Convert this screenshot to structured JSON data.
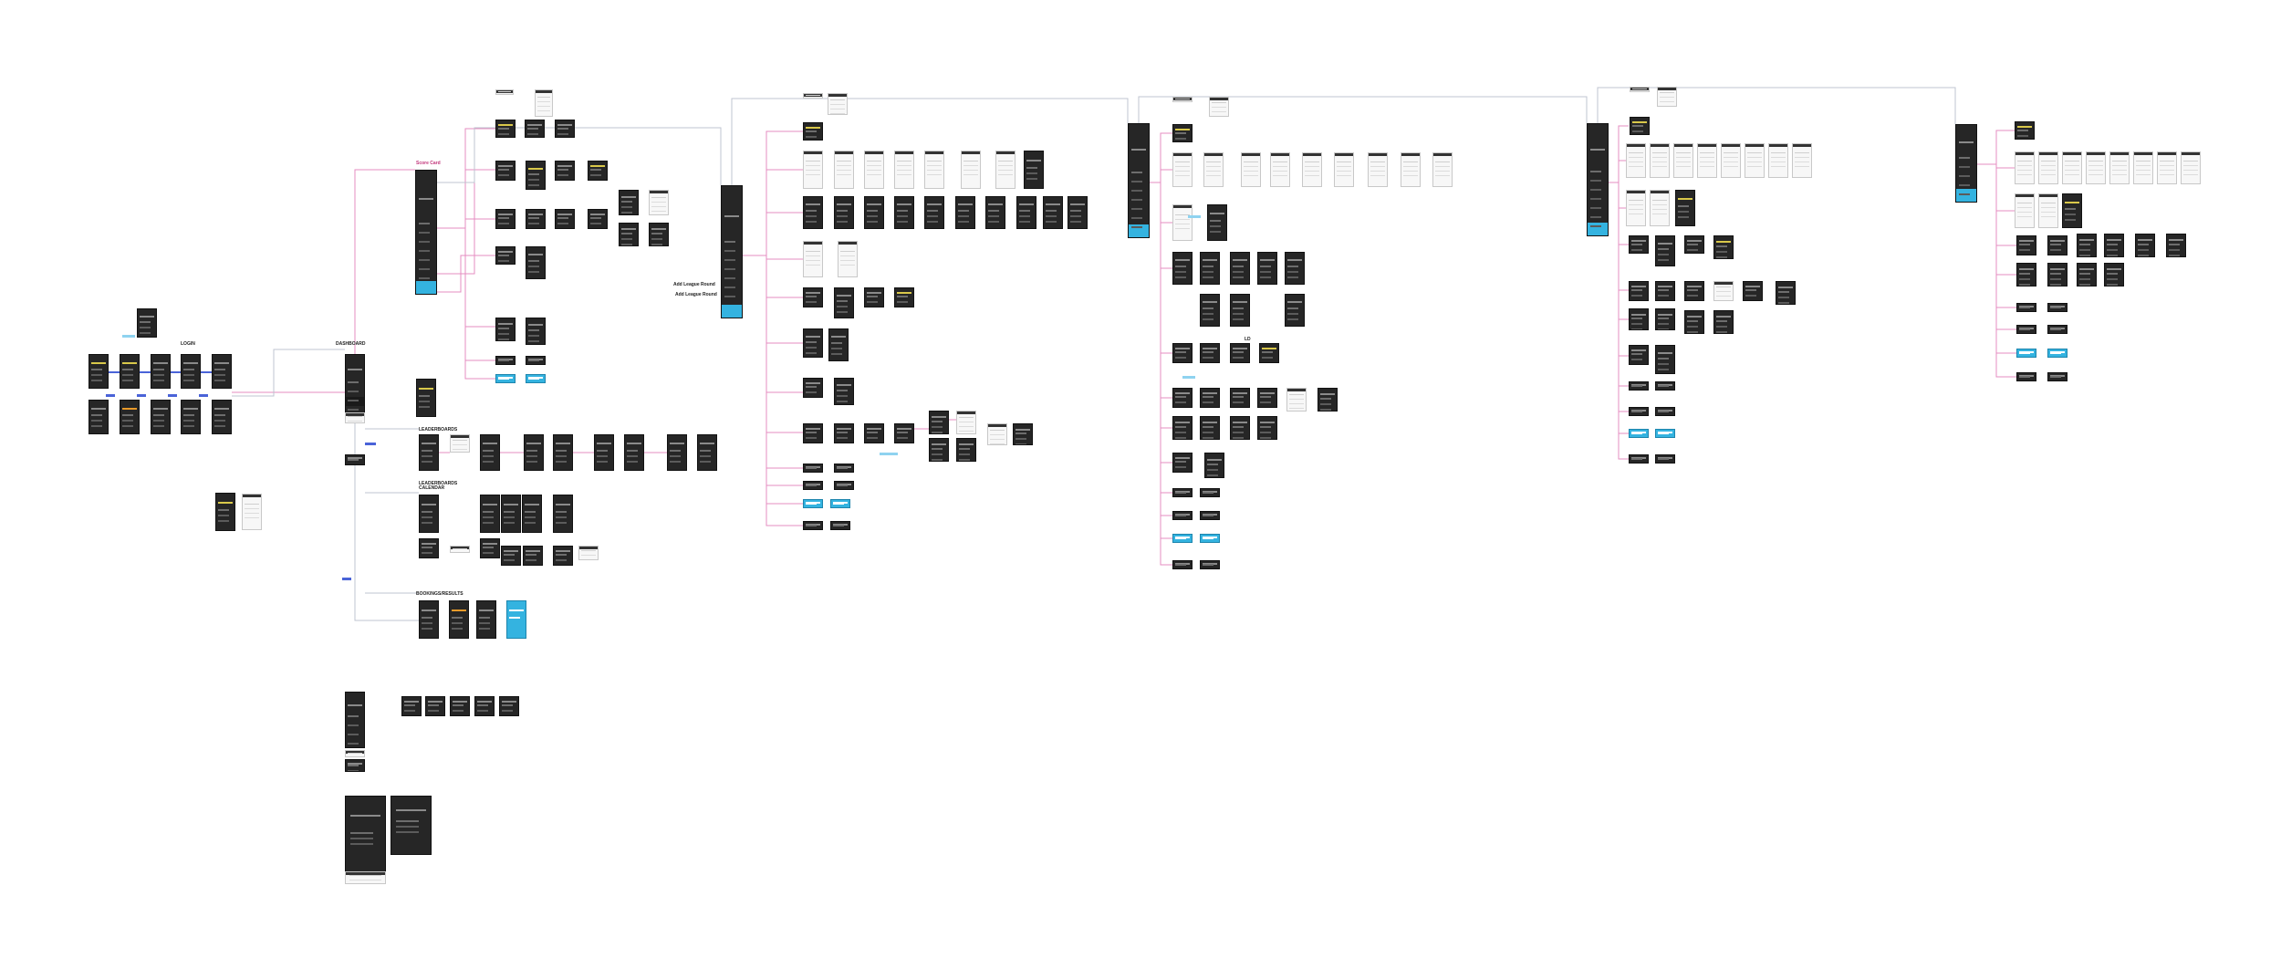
{
  "board": {
    "background": "#ffffff",
    "wire_color": "#e58cc0",
    "accent_blue": "#34b3e0",
    "screen_color": "#262626"
  },
  "labels": {
    "login": "LOGIN",
    "dashboard": "DASHBOARD",
    "score_card": "Score Card",
    "leaderboards": "LEADERBOARDS",
    "leaderboards_calendar": "LEADERBOARDS CALENDAR",
    "bookings_flow": "BOOKINGS/RESULTS",
    "add_league_round": "Add League Round",
    "add_league_round_2": "Add League Round",
    "section_ld": "LD"
  }
}
